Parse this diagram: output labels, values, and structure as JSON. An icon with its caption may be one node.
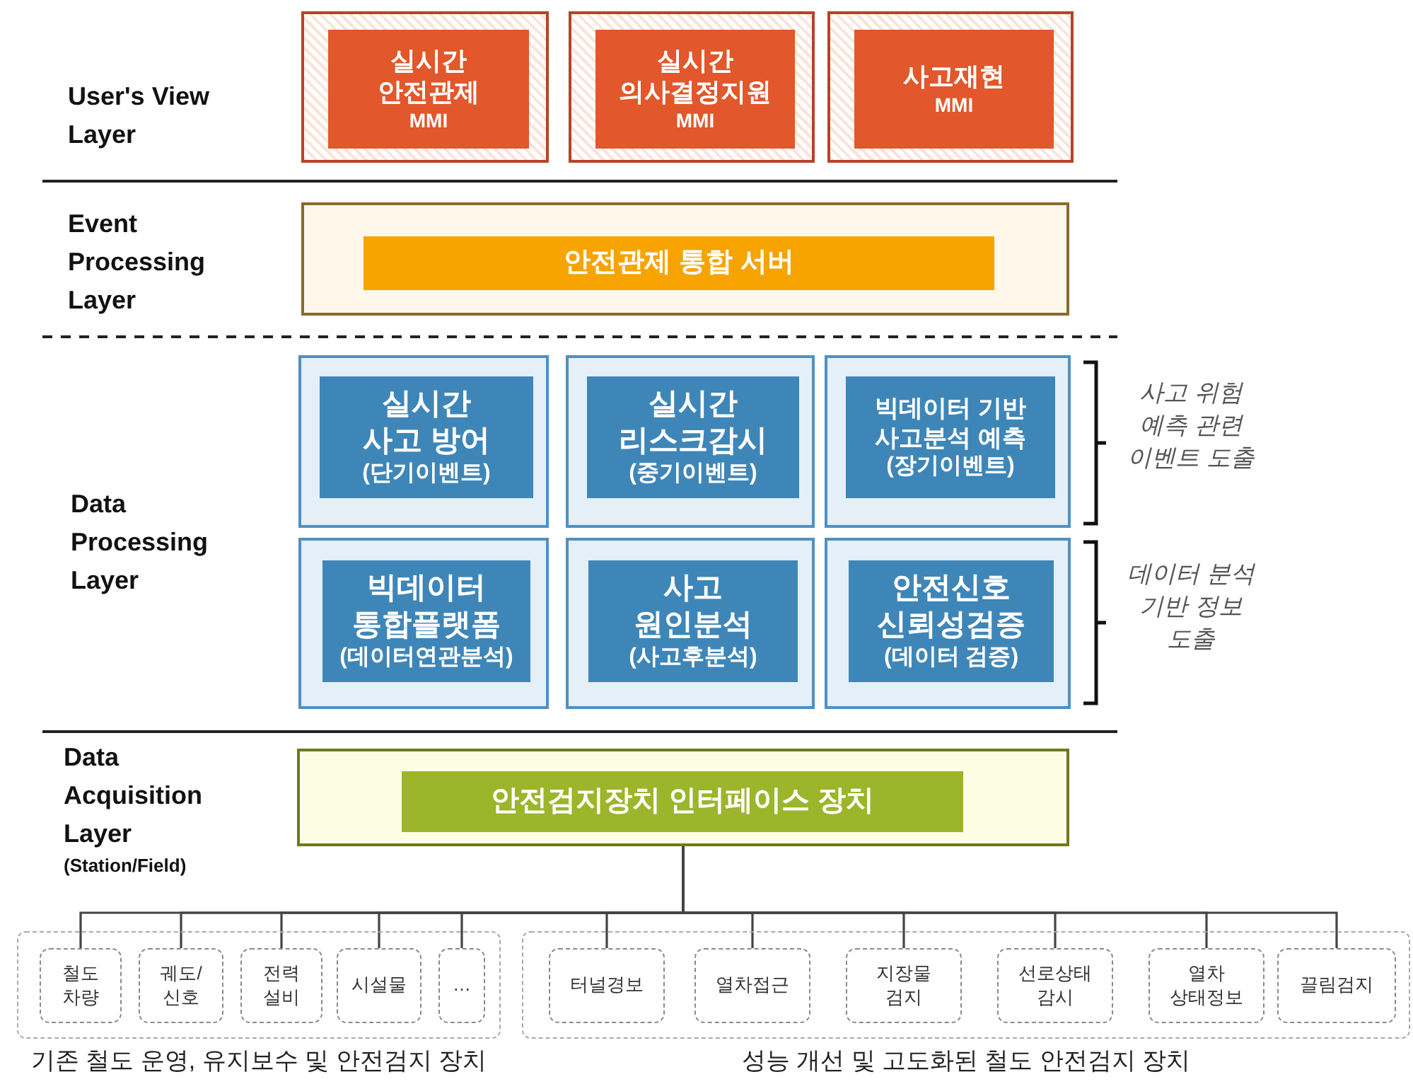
{
  "diagram": {
    "nodes": [
      {
        "text": [],
        "shape": "box"
      },
      {
        "text": [
          "실시간 안전관제",
          "MMI"
        ],
        "in": 0
      },
      {
        "text": [],
        "shape": "box"
      },
      {
        "text": [
          "실시간 의사결정지원",
          "MMI"
        ],
        "in": 2
      },
      {
        "text": [],
        "shape": "box"
      },
      {
        "text": [
          "사고재현",
          "MMI"
        ],
        "in": 4
      },
      {
        "text": [],
        "shape": "box"
      },
      {
        "text": [
          "안전관제 통합 서버"
        ],
        "in": 6
      },
      {
        "text": [],
        "shape": "box"
      },
      {
        "text": [
          "실시간 사고 방어",
          "(단기이벤트)"
        ],
        "in": 8
      },
      {
        "text": [],
        "shape": "box"
      },
      {
        "text": [
          "실시간 리스크감시",
          "(중기이벤트)"
        ],
        "in": 10
      },
      {
        "text": [],
        "shape": "box"
      },
      {
        "text": [
          "빅데이터 기반 사고분석 예측",
          "(장기이벤트)"
        ],
        "in": 12
      },
      {
        "text": [],
        "shape": "box"
      },
      {
        "text": [
          "빅데이터 통합플랫폼",
          "(데이터연관분석)"
        ],
        "in": 14
      },
      {
        "text": [],
        "shape": "box"
      },
      {
        "text": [
          "사고 원인분석",
          "(사고후분석)"
        ],
        "in": 16
      },
      {
        "text": [],
        "shape": "box"
      },
      {
        "text": [
          "안전신호 신뢰성검증",
          "(데이터 검증)"
        ],
        "in": 18
      },
      {
        "text": [],
        "shape": "box"
      },
      {
        "text": [
          "안전검지장치 인터페이스 장치"
        ],
        "in": 20
      },
      {
        "text": [
          "기존 철도 운영, 유지보수 및 안전검지 장치"
        ]
      },
      {
        "text": [
          "철도 차량"
        ],
        "in": 22
      },
      {
        "text": [
          "궤도/ 신호"
        ],
        "in": 22
      },
      {
        "text": [
          "전력 설비"
        ],
        "in": 22
      },
      {
        "text": [
          "시설물"
        ],
        "in": 22
      },
      {
        "text": [
          "…"
        ],
        "in": 22
      },
      {
        "text": [
          "성능 개선 및 고도화된 철도 안전검지 장치"
        ]
      },
      {
        "text": [
          "터널경보"
        ],
        "in": 28
      },
      {
        "text": [
          "열차접근"
        ],
        "in": 28
      },
      {
        "text": [
          "지장물 검지"
        ],
        "in": 28
      },
      {
        "text": [
          "선로상태 감시"
        ],
        "in": 28
      },
      {
        "text": [
          "열차 상태정보"
        ],
        "in": 28
      },
      {
        "text": [
          "끌림검지"
        ],
        "in": 28
      }
    ],
    "edges": [
      {
        "from": 20,
        "to": 23,
        "arrow": "none"
      },
      {
        "from": 20,
        "to": 24,
        "arrow": "none"
      },
      {
        "from": 20,
        "to": 25,
        "arrow": "none"
      },
      {
        "from": 20,
        "to": 26,
        "arrow": "none"
      },
      {
        "from": 20,
        "to": 27,
        "arrow": "none"
      },
      {
        "from": 20,
        "to": 29,
        "arrow": "none"
      },
      {
        "from": 20,
        "to": 30,
        "arrow": "none"
      },
      {
        "from": 20,
        "to": 31,
        "arrow": "none"
      },
      {
        "from": 20,
        "to": 32,
        "arrow": "none"
      },
      {
        "from": 20,
        "to": 33,
        "arrow": "none"
      },
      {
        "from": 20,
        "to": 34,
        "arrow": "none"
      }
    ],
    "labels": [
      "User's View Layer",
      "Event Processing Layer",
      "사고 위험 예측 관련 이벤트 도출",
      "Data Processing Layer",
      "데이터 분석 기반 정보 도출",
      "Data Acquisition Layer",
      "(Station/Field)"
    ]
  }
}
